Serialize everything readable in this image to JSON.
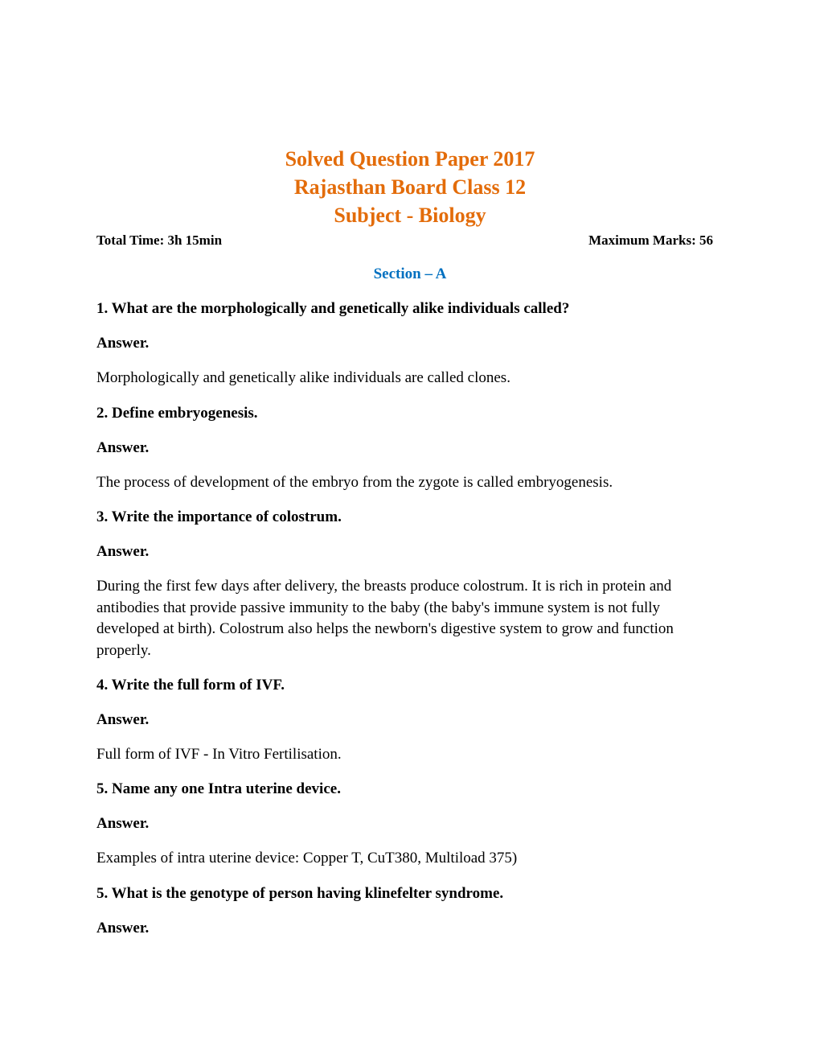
{
  "header": {
    "title_lines": [
      "Solved Question Paper 2017",
      "Rajasthan Board Class 12",
      "Subject - Biology"
    ],
    "total_time": "Total Time: 3h 15min",
    "maximum_marks": "Maximum Marks: 56",
    "section": "Section – A",
    "colors": {
      "title": "#E36C0A",
      "section": "#0070C0"
    }
  },
  "questions": [
    {
      "question": "1. What are the morphologically and genetically alike individuals called?",
      "answer_label": "Answer.",
      "answer": "Morphologically and genetically alike individuals are called clones."
    },
    {
      "question": "2. Define embryogenesis.",
      "answer_label": "Answer.",
      "answer": "The process of development of the embryo from the zygote  is called embryogenesis."
    },
    {
      "question": "3. Write the importance of colostrum.",
      "answer_label": "Answer.",
      "answer": "During the first few days after delivery, the breasts produce colostrum. It is rich in protein and antibodies that provide passive immunity to the baby (the baby's immune system is not fully developed at birth). Colostrum also helps the newborn's digestive system to grow and function properly."
    },
    {
      "question": "4. Write the full form of IVF.",
      "answer_label": "Answer.",
      "answer": "Full form of IVF - In Vitro Fertilisation."
    },
    {
      "question": "5. Name any one Intra uterine device.",
      "answer_label": "Answer.",
      "answer": "Examples of intra uterine device: Copper T, CuT380, Multiload 375)"
    },
    {
      "question": "5. What is the genotype of person having klinefelter syndrome.",
      "answer_label": "Answer."
    }
  ]
}
